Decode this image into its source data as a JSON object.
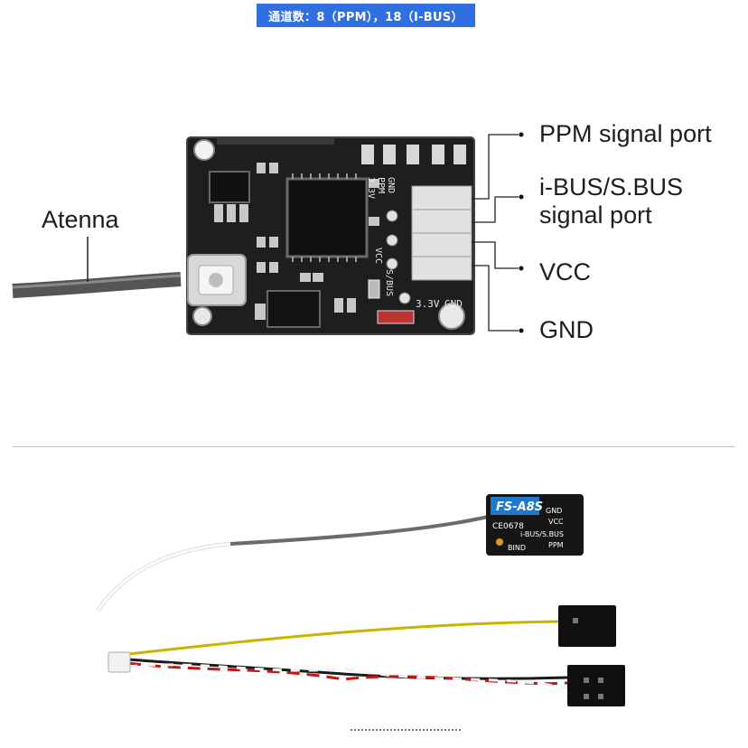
{
  "header": {
    "banner_text": "通道数：8（PPM），18（I-BUS）"
  },
  "diagram": {
    "labels": {
      "antenna": "Atenna",
      "ppm": "PPM signal port",
      "ibus_line1": "i-BUS/S.BUS",
      "ibus_line2": "signal port",
      "vcc": "VCC",
      "gnd": "GND"
    },
    "board_silkscreen": {
      "gnd_top": "GND",
      "ppm_top": "PPM",
      "v33_top": "3.3V",
      "vcc_side": "VCC",
      "s_bus": "S/BUS",
      "v33_bottom": "3.3V",
      "gnd_bottom": "GND"
    }
  },
  "product": {
    "model": "FS-A8S",
    "ce_mark": "CE0678",
    "pins": [
      "GND",
      "VCC",
      "i-BUS/S.BUS",
      "PPM"
    ],
    "bind_label": "BIND"
  },
  "colors": {
    "banner": "#2f6fe0",
    "pcb": "#1e1e1e",
    "pad": "#c8c8c8",
    "module_label": "#1f79c8"
  }
}
